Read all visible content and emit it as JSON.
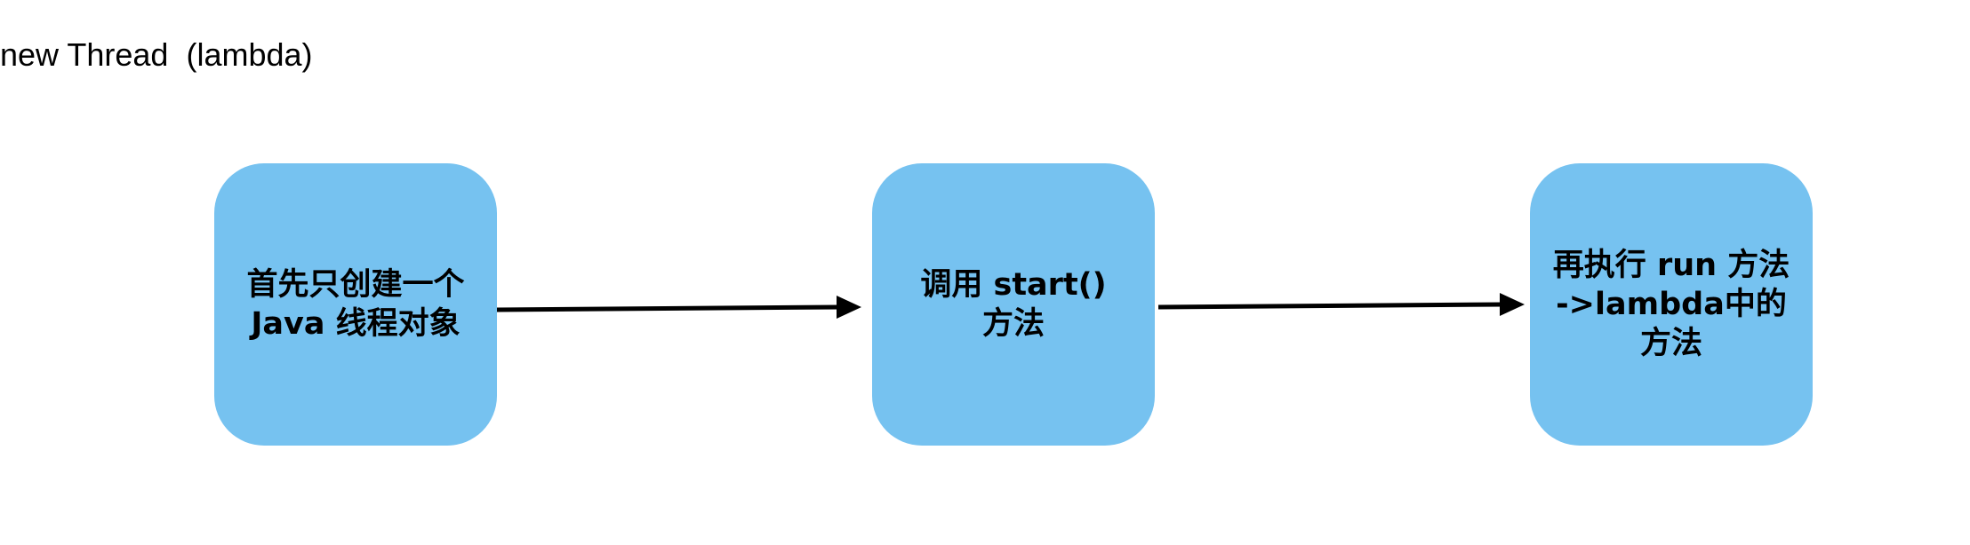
{
  "diagram": {
    "title": "new Thread  (lambda)",
    "nodes": [
      {
        "id": "create-thread",
        "label": "首先只创建一个\nJava 线程对象"
      },
      {
        "id": "call-start",
        "label": "调用 start()\n方法"
      },
      {
        "id": "run-lambda",
        "label": "再执行 run 方法\n->lambda中的\n方法"
      }
    ],
    "edges": [
      {
        "from": "create-thread",
        "to": "call-start"
      },
      {
        "from": "call-start",
        "to": "run-lambda"
      }
    ],
    "colors": {
      "node_fill": "#76c2f0",
      "text": "#000000",
      "arrow": "#000000",
      "background": "#ffffff"
    }
  }
}
